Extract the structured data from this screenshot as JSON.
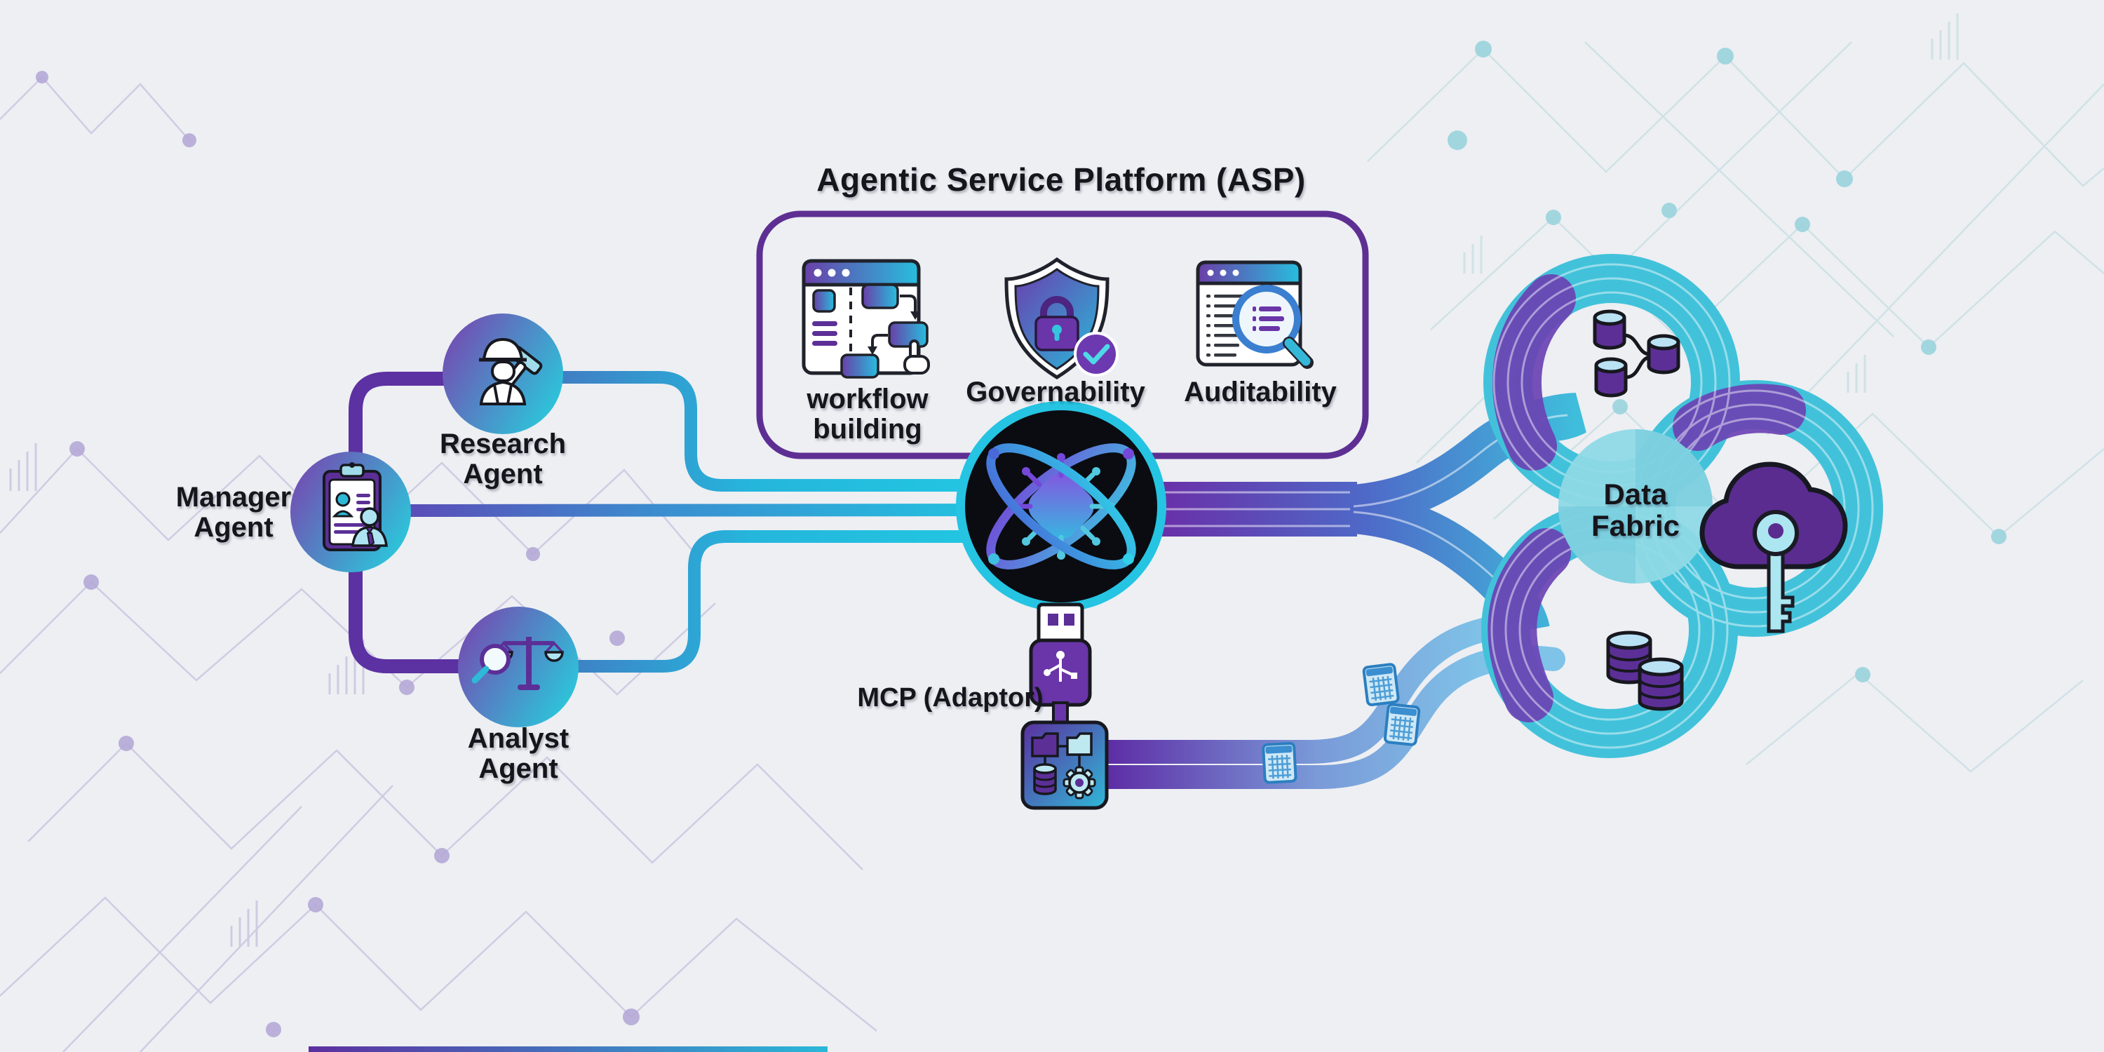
{
  "title": "Agentic Service Platform (ASP)",
  "asp_features": [
    {
      "label": "workflow building",
      "icon": "workflow-builder-icon"
    },
    {
      "label": "Governability",
      "icon": "shield-lock-check-icon"
    },
    {
      "label": "Auditability",
      "icon": "audit-magnifier-icon"
    }
  ],
  "agents": [
    {
      "label": "Manager Agent",
      "icon": "clipboard-person-icon"
    },
    {
      "label": "Research Agent",
      "icon": "worker-hammer-icon"
    },
    {
      "label": "Analyst Agent",
      "icon": "scales-magnifier-icon"
    }
  ],
  "hub": {
    "icon": "atom-chip-icon"
  },
  "mcp": {
    "label": "MCP (Adaptor)",
    "icons": [
      "usb-plug-icon",
      "data-integration-box-icon"
    ]
  },
  "data_fabric": {
    "label": "Data Fabric",
    "icons": [
      "linked-databases-icon",
      "cloud-key-icon",
      "database-stack-icon",
      "spreadsheet-chip-icon"
    ]
  },
  "colors": {
    "background": "#edeff3",
    "accent_purple": "#5c2f97",
    "accent_teal": "#2fc0d8",
    "hub_ring": "#25c4e2",
    "hub_fill": "#0b0c11",
    "knot_teal": "#42c2da",
    "knot_purple": "#6b43b4",
    "fabric_circle": "#8fd9e6",
    "pattern_lavender": "#c6c0dd",
    "pattern_teal": "#c8dfe4",
    "label_text": "#15151b"
  }
}
